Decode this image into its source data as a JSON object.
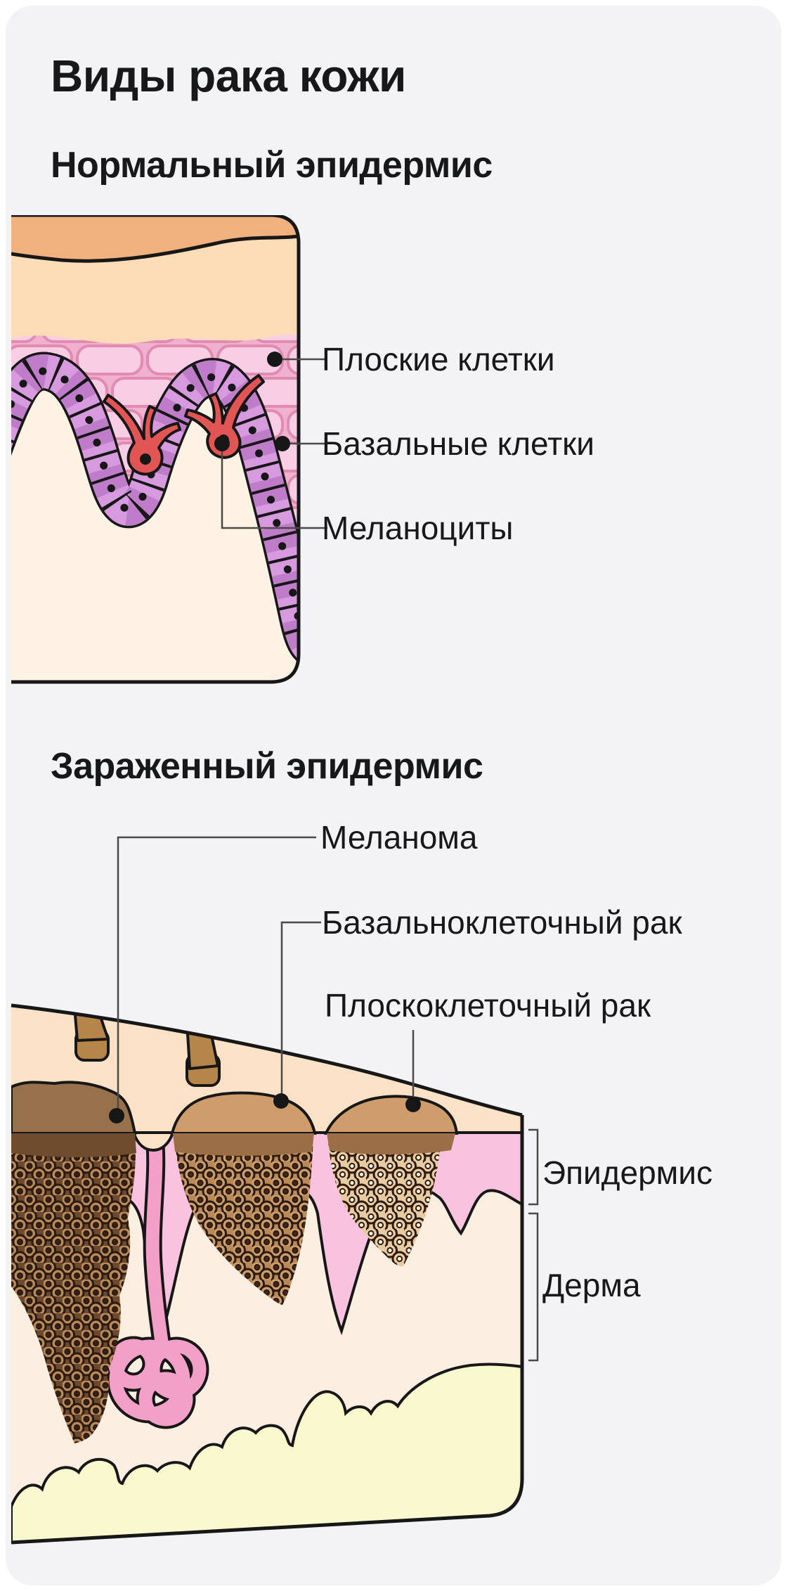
{
  "page": {
    "title": "Виды рака кожи",
    "background": "#ffffff",
    "card_background": "#f3f3f5",
    "text_color": "#17181a",
    "connector_color": "#4a4a4a"
  },
  "sections": [
    {
      "heading": "Нормальный эпидермис",
      "labels": [
        {
          "text": "Плоские клетки"
        },
        {
          "text": "Базальные клетки"
        },
        {
          "text": "Меланоциты"
        }
      ],
      "colors": {
        "surface": "#f1b17e",
        "upper_layer": "#fcdcb6",
        "squamous_cell_fill": "#f9cde4",
        "squamous_cell_stroke": "#e18bb1",
        "basal_cell": "#d79ade",
        "basal_cell_alt": "#bf7cc9",
        "melanocyte": "#e25555",
        "dermis": "#fdf2e3"
      }
    },
    {
      "heading": "Зараженный эпидермис",
      "labels": [
        {
          "text": "Меланома"
        },
        {
          "text": "Базальноклеточный рак"
        },
        {
          "text": "Плоскоклеточный рак"
        }
      ],
      "layer_labels": [
        {
          "text": "Эпидермис"
        },
        {
          "text": "Дерма"
        }
      ],
      "colors": {
        "surface_band": "#fbe2c6",
        "epidermis_pink": "#f9c2df",
        "dermis": "#fcefe2",
        "subcutis": "#faf8cf",
        "sweat_gland": "#f2a0c8",
        "hair": "#b5854a",
        "melanoma_cap": "#97714b",
        "carcinoma_cap": "#cf9c6b"
      }
    }
  ]
}
